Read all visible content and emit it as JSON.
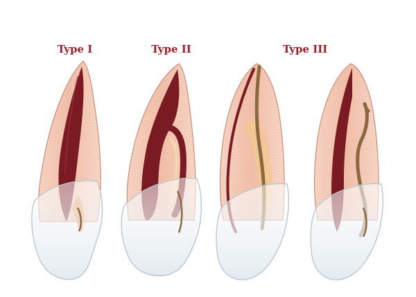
{
  "labels": {
    "type1": "Type I",
    "type2": "Type II",
    "type3": "Type III"
  },
  "colors": {
    "label": "#9e1e2a",
    "dentin": "#f2c4ae",
    "pulp": "#7a1a22",
    "crown_enamel": "#eef3f6",
    "lateral_canal": "#8a6840",
    "background": "#ffffff"
  }
}
